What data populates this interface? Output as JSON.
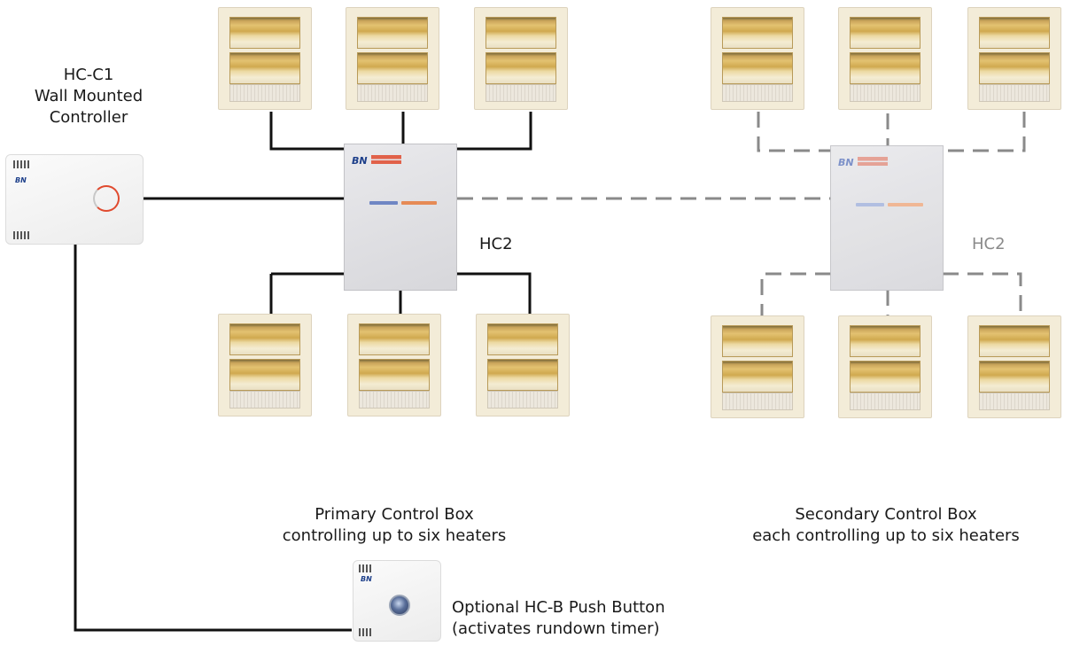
{
  "controller": {
    "line1": "HC-C1",
    "line2": "Wall Mounted",
    "line3": "Controller",
    "brand": "BN"
  },
  "primary": {
    "tag": "HC2",
    "caption1": "Primary Control Box",
    "caption2": "controlling up to six heaters",
    "brand": "BN"
  },
  "secondary": {
    "tag": "HC2",
    "caption1": "Secondary Control Box",
    "caption2": "each controlling up to six heaters",
    "brand": "BN"
  },
  "pushbutton": {
    "caption1": "Optional HC-B Push Button",
    "caption2": "(activates rundown timer)",
    "brand": "BN"
  },
  "colors": {
    "wire_solid": "#111111",
    "wire_dashed": "#8a8a8a",
    "secondary_tag": "#8a8a8a",
    "accent_orange": "#e04a2e",
    "accent_blue": "#1d3f8a"
  }
}
